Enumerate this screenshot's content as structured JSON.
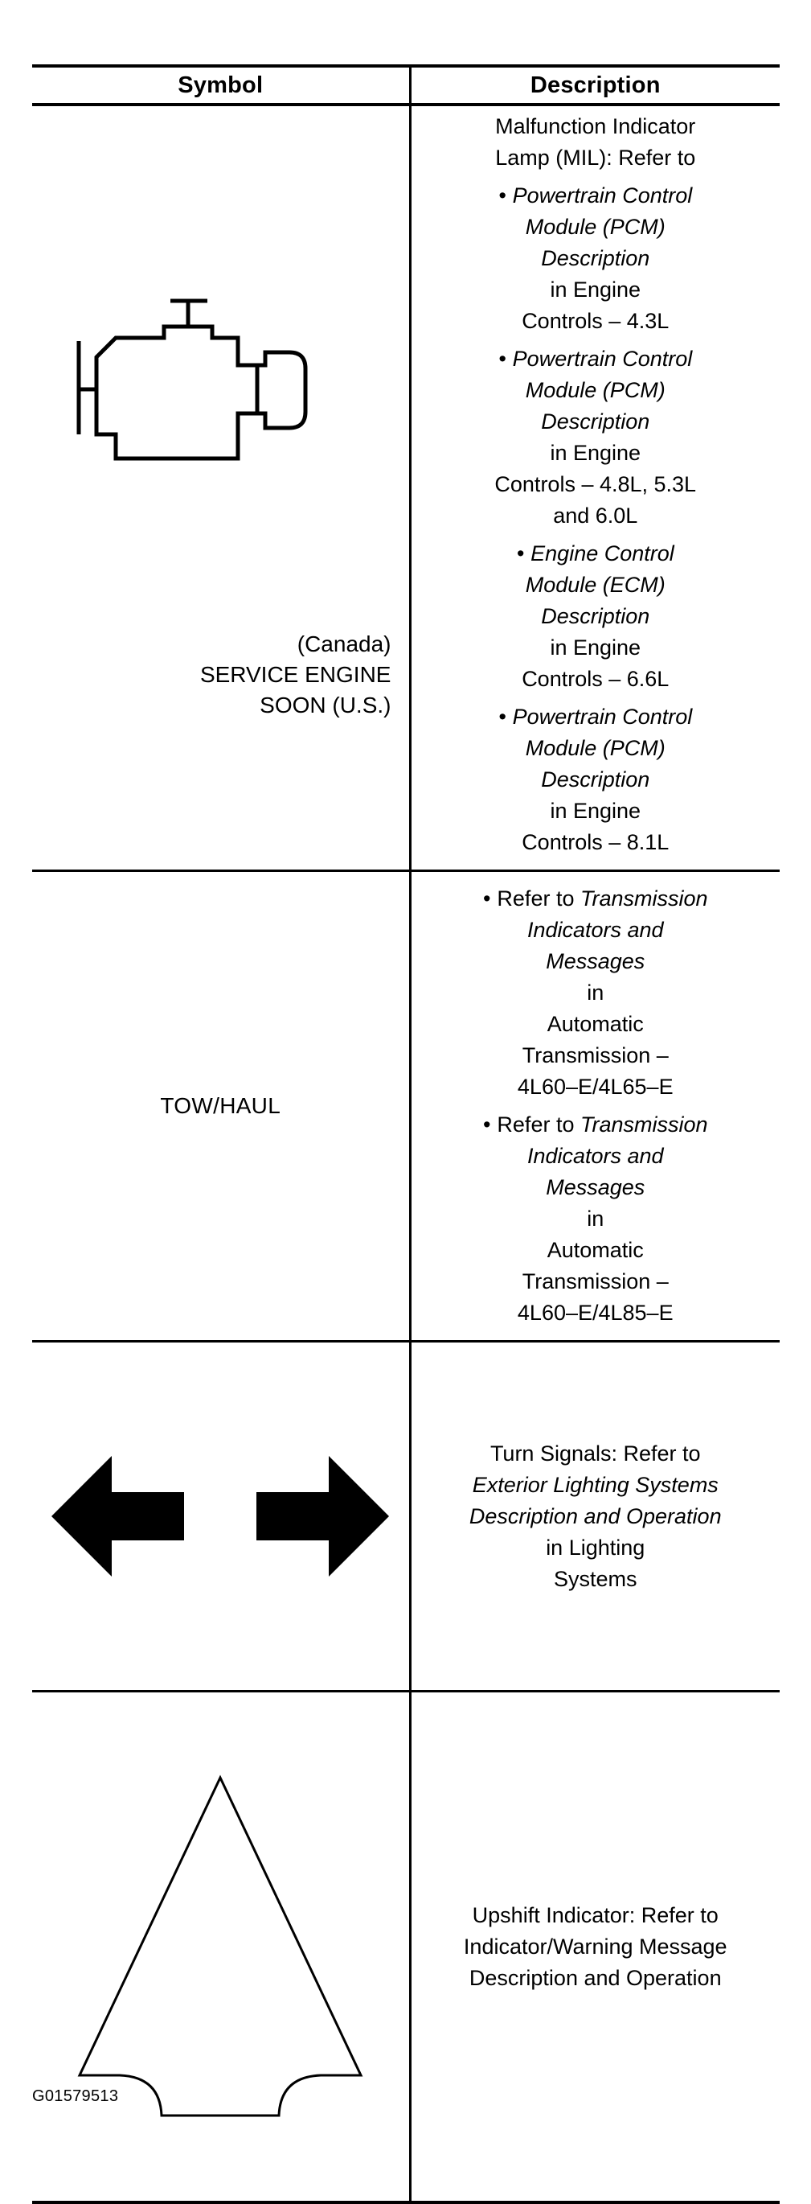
{
  "table": {
    "headers": {
      "symbol": "Symbol",
      "description": "Description"
    },
    "rows": [
      {
        "symbol_labels": [
          "(Canada)",
          "SERVICE ENGINE",
          "SOON (U.S.)"
        ],
        "icon": "engine-icon",
        "description_intro": [
          "Malfunction Indicator",
          "Lamp (MIL): Refer to"
        ],
        "bullets": [
          {
            "italic": [
              "Powertrain Control",
              "Module (PCM)",
              "Description"
            ],
            "plain": [
              "in Engine",
              "Controls – 4.3L"
            ]
          },
          {
            "italic": [
              "Powertrain Control",
              "Module (PCM)",
              "Description"
            ],
            "plain": [
              "in Engine",
              "Controls – 4.8L, 5.3L",
              "and 6.0L"
            ]
          },
          {
            "italic": [
              "Engine Control",
              "Module (ECM)",
              "Description"
            ],
            "plain": [
              "in Engine",
              "Controls – 6.6L"
            ]
          },
          {
            "italic": [
              "Powertrain Control",
              "Module (PCM)",
              "Description"
            ],
            "plain": [
              "in Engine",
              "Controls – 8.1L"
            ]
          }
        ]
      },
      {
        "symbol_label": "TOW/HAUL",
        "bullets": [
          {
            "lead": "Refer to",
            "italic": [
              "Transmission",
              "Indicators and",
              "Messages"
            ],
            "plain": [
              "in",
              "Automatic",
              "Transmission –",
              "4L60–E/4L65–E"
            ]
          },
          {
            "lead": "Refer to",
            "italic": [
              "Transmission",
              "Indicators and",
              "Messages"
            ],
            "plain": [
              "in",
              "Automatic",
              "Transmission –",
              "4L60–E/4L85–E"
            ]
          }
        ]
      },
      {
        "icon": "turn-signal-arrows-icon",
        "description": {
          "line1": "Turn Signals: Refer to",
          "italic": [
            "Exterior Lighting Systems",
            "Description and Operation"
          ],
          "plain": [
            "in Lighting",
            "Systems"
          ]
        }
      },
      {
        "icon": "upshift-indicator-icon",
        "description": {
          "lines": [
            "Upshift Indicator: Refer to",
            "Indicator/Warning Message",
            "Description and Operation"
          ]
        }
      }
    ]
  },
  "figure_id": "G01579513"
}
